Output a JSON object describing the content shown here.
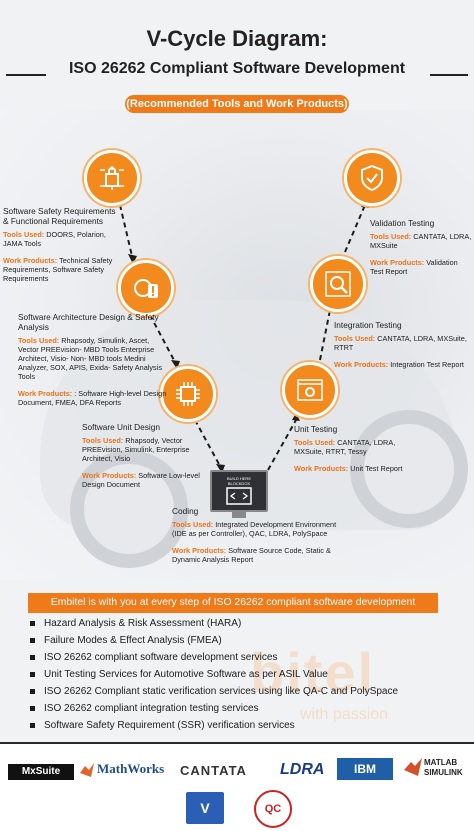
{
  "header": {
    "title": "V-Cycle Diagram:",
    "subtitle": "ISO 26262 Compliant Software Development",
    "pill": "(Recommended Tools and Work Products)"
  },
  "left": {
    "req": {
      "title": "Software Safety Requirements & Functional Requirements",
      "tools_label": "Tools Used:",
      "tools": "DOORS, Polarion, JAMA Tools",
      "work_label": "Work Products:",
      "work": "Technical Safety Requirements, Software Safety Requirements"
    },
    "arch": {
      "title": "Software Architecture Design & Safety Analysis",
      "tools_label": "Tools Used:",
      "tools": "Rhapsody, Simulink, Ascet, Vector PREEvision- MBD Tools Enterprise Architect, Visio- Non- MBD tools Medini Analyzer, SOX, APIS, Exida- Safety Analysis Tools",
      "work_label": "Work Products:",
      "work": ": Software High-level Design Document, FMEA, DFA Reports"
    },
    "unit": {
      "title": "Software Unit Design",
      "tools_label": "Tools Used:",
      "tools": "Rhapsody, Vector PREEvision, Simulink, Enterprise Architect, Visio",
      "work_label": "Work Products:",
      "work": "Software Low-level Design Document"
    }
  },
  "right": {
    "validation": {
      "title": "Validation Testing",
      "tools_label": "Tools Used:",
      "tools": "CANTATA, LDRA, MXSuite",
      "work_label": "Work Products:",
      "work": "Validation Test Report"
    },
    "integration": {
      "title": "Integration Testing",
      "tools_label": "Tools Used:",
      "tools": "CANTATA, LDRA, MXSuite, RTRT",
      "work_label": "Work Products:",
      "work": "Integration Test Report"
    },
    "unit_testing": {
      "title": "Unit Testing",
      "tools_label": "Tools Used:",
      "tools": "CANTATA, LDRA, MXSuite, RTRT, Tessy",
      "work_label": "Work Products:",
      "work": "Unit Test Report"
    }
  },
  "coding": {
    "title": "Coding",
    "tools_label": "Tools Used:",
    "tools": "Integrated Development Environment (IDE as per Controller), QAC, LDRA, PolySpace",
    "work_label": "Work Products:",
    "work": "Software Source Code, Static & Dynamic Analysis Report",
    "screen_text": "BUILD HERE BLOCKDOX"
  },
  "banner": "Embitel is with you at every step of ISO 26262 compliant software development",
  "services": [
    "Hazard Analysis & Risk Assessment (HARA)",
    "Failure Modes & Effect Analysis (FMEA)",
    "ISO 26262 compliant software development services",
    "Unit Testing Services for Automotive Software as per ASIL Value",
    "ISO 26262 Compliant static verification services using like QA-C and PolySpace",
    "ISO 26262 compliant integration testing services",
    "Software Safety Requirement (SSR) verification services"
  ],
  "watermark": "bitel",
  "watermark_tag": "with passion",
  "logos": {
    "mxsuite": "MxSuite",
    "mathworks": "MathWorks",
    "cantata": "CANTATA",
    "ldra": "LDRA",
    "ibm": "IBM",
    "matlab": "MATLAB SIMULINK",
    "vs": "V",
    "qc": "QC"
  },
  "colors": {
    "accent": "#ef7a1a",
    "dark": "#222222"
  }
}
